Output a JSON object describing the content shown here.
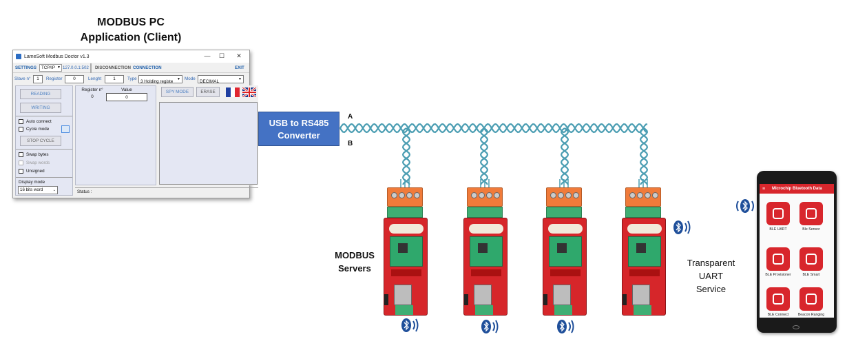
{
  "client": {
    "title_line1": "MODBUS PC",
    "title_line2": "Application (Client)"
  },
  "window": {
    "title": "LameSoft Modbus Doctor v1.3",
    "controls": {
      "minimize": "—",
      "maximize": "☐",
      "close": "✕"
    },
    "menu": {
      "settings": "SETTINGS",
      "protocol": "TCP/IP",
      "address": "127.0.0.1:502",
      "disconnection": "DISCONNECTION",
      "connection": "CONNECTION",
      "exit": "EXIT"
    },
    "params": {
      "slave_label": "Slave n°",
      "slave_value": "1",
      "register_label": "Register",
      "register_value": "0",
      "length_label": "Lenght",
      "length_value": "1",
      "type_label": "Type",
      "type_value": "3 Holding registe",
      "mode_label": "Mode",
      "mode_value": "DECIMAL"
    },
    "buttons": {
      "reading": "READING",
      "writing": "WRITING",
      "stop_cycle": "STOP CYCLE",
      "spy_mode": "SPY MODE",
      "erase": "ERASE"
    },
    "checkboxes": {
      "auto_connect": "Auto connect",
      "cycle_mode": "Cycle mode",
      "swap_bytes": "Swap bytes",
      "swap_words": "Swap words",
      "unsigned": "Unsigned"
    },
    "display_mode": {
      "label": "Display mode",
      "value": "16 bits word"
    },
    "table": {
      "col_register": "Register n°",
      "col_value": "Value",
      "register": "0",
      "value": "0"
    },
    "status": "Status :"
  },
  "converter": {
    "line1": "USB to RS485",
    "line2": "Converter"
  },
  "bus": {
    "line_a": "A",
    "line_b": "B"
  },
  "servers_label": {
    "line1": "MODBUS",
    "line2": "Servers"
  },
  "uart_label": {
    "line1": "Transparent",
    "line2": "UART",
    "line3": "Service"
  },
  "phone": {
    "app_title": "Microchip Bluetooth Data",
    "tiles": [
      "BLE UART",
      "Ble Sensor",
      "BLE Provisioner",
      "BLE Smart",
      "BLE Connect",
      "Beacon Ranging"
    ]
  },
  "colors": {
    "accent_blue": "#4472c4",
    "twisted_pair": "#5fb3c7",
    "board_red": "#d6262a",
    "terminal_orange": "#f07b3a",
    "terminal_green": "#3fae73",
    "bt_blue": "#1f4f9a",
    "app_red": "#d8262c"
  },
  "icons": [
    "bluetooth-icon",
    "app-tile-icon",
    "flag-fr-icon",
    "flag-uk-icon"
  ]
}
